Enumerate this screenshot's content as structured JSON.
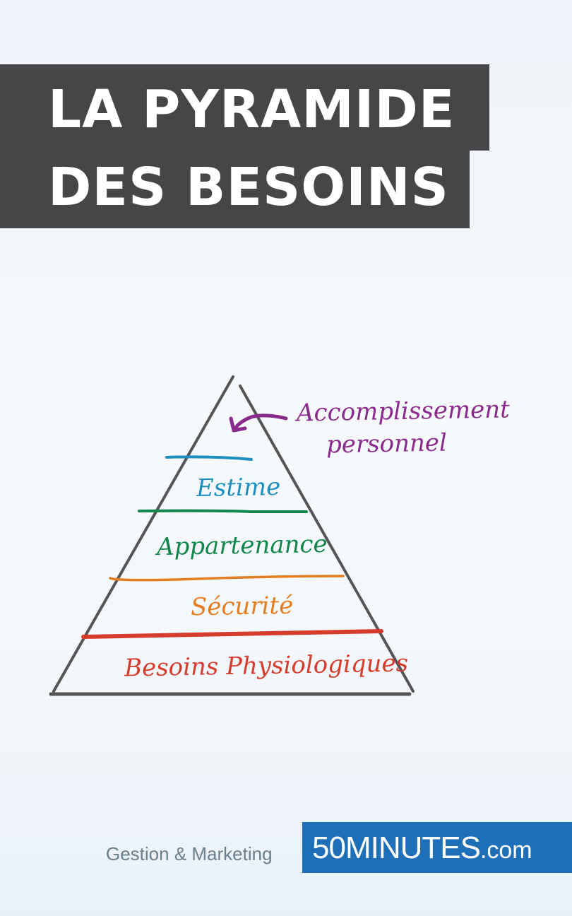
{
  "cover": {
    "title_line1": "LA PYRAMIDE",
    "title_line2": "DES BESOINS",
    "title_bg_color": "#464648"
  },
  "diagram": {
    "type": "pyramid",
    "levels": [
      {
        "label": "Accomplissement",
        "label_line2": "personnel",
        "color": "#8a2a8c",
        "position": "apex (arrow pointer)"
      },
      {
        "label": "Estime",
        "color": "#1e8ec1"
      },
      {
        "label": "Appartenance",
        "color": "#12864a"
      },
      {
        "label": "Sécurité",
        "color": "#e37d1f"
      },
      {
        "label": "Besoins Physiologiques",
        "color": "#d63c2c"
      }
    ],
    "outline_color": "#555555"
  },
  "footer": {
    "category": "Gestion & Marketing",
    "brand_main": "50MINUTES",
    "brand_suffix": ".com",
    "brand_color": "#1f6fb8"
  }
}
